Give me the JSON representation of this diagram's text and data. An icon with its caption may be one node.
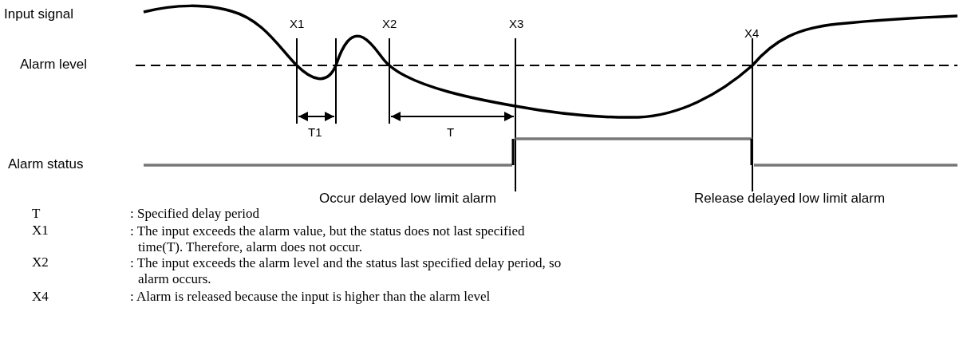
{
  "diagram": {
    "labels": [
      "Input signal",
      "X1",
      "X2",
      "X3",
      "X4",
      "Alarm level",
      "T1",
      "T",
      "Alarm status",
      "Occur delayed low limit alarm",
      "Release delayed low limit alarm",
      "T",
      ": Specified delay period",
      "X1",
      ": The input exceeds the alarm value, but the status does not last specified time(T). Therefore, alarm does not occur.",
      "X2",
      ": The input exceeds the alarm level and the status last specified delay period, so alarm occurs.",
      "X4",
      ": Alarm is released because the input is higher than the alarm level"
    ]
  }
}
